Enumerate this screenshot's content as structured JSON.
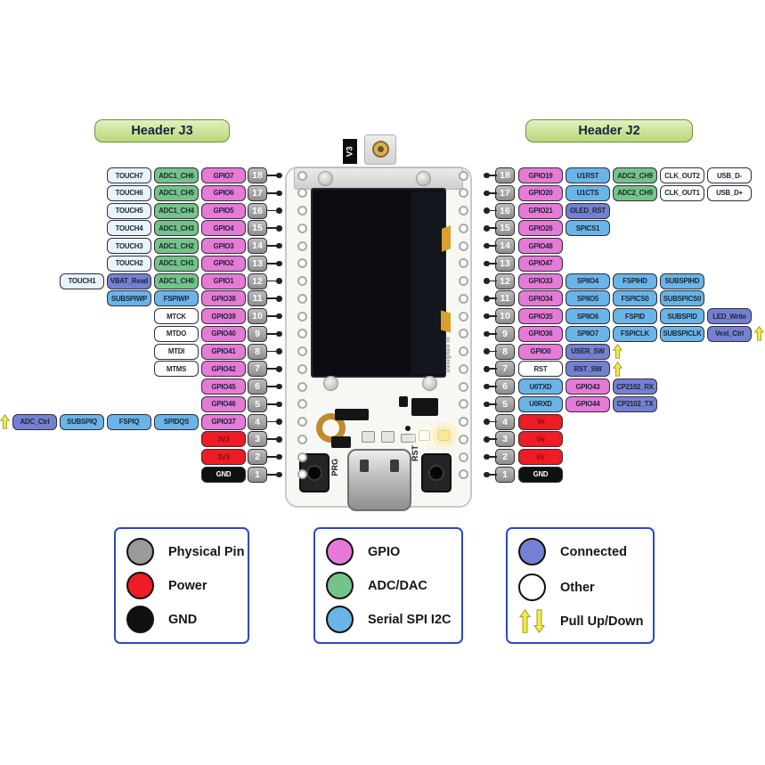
{
  "headers": {
    "j3": "Header J3",
    "j2": "Header J2"
  },
  "board": {
    "version": "V3",
    "prg": "PRG",
    "rst": "RST",
    "silk": "Designed in"
  },
  "colors": {
    "gpio": "#e57ad7",
    "adc": "#74c489",
    "serial": "#6ab4e7",
    "connected": "#7680d2",
    "touch": "#e9f3fb",
    "other": "#ffffff",
    "power": "#ee1c24",
    "gnd": "#101010",
    "physical": "#9a9a9a",
    "arrow": "#f3ec3c",
    "legend_border": "#2b49c8"
  },
  "left_rows": [
    {
      "pin": 18,
      "labels": [
        {
          "t": "TOUCH7",
          "c": "touch"
        },
        {
          "t": "ADC1_CH6",
          "c": "adc"
        },
        {
          "t": "GPIO7",
          "c": "gpio"
        }
      ]
    },
    {
      "pin": 17,
      "labels": [
        {
          "t": "TOUCH6",
          "c": "touch"
        },
        {
          "t": "ADC1_CH5",
          "c": "adc"
        },
        {
          "t": "GPIO6",
          "c": "gpio"
        }
      ]
    },
    {
      "pin": 16,
      "labels": [
        {
          "t": "TOUCH5",
          "c": "touch"
        },
        {
          "t": "ADC1_CH4",
          "c": "adc"
        },
        {
          "t": "GPIO5",
          "c": "gpio"
        }
      ]
    },
    {
      "pin": 15,
      "labels": [
        {
          "t": "TOUCH4",
          "c": "touch"
        },
        {
          "t": "ADC1_CH3",
          "c": "adc"
        },
        {
          "t": "GPIO4",
          "c": "gpio"
        }
      ]
    },
    {
      "pin": 14,
      "labels": [
        {
          "t": "TOUCH3",
          "c": "touch"
        },
        {
          "t": "ADC1_CH2",
          "c": "adc"
        },
        {
          "t": "GPIO3",
          "c": "gpio"
        }
      ]
    },
    {
      "pin": 13,
      "labels": [
        {
          "t": "TOUCH2",
          "c": "touch"
        },
        {
          "t": "ADC1_CH1",
          "c": "adc"
        },
        {
          "t": "GPIO2",
          "c": "gpio"
        }
      ]
    },
    {
      "pin": 12,
      "labels": [
        {
          "t": "TOUCH1",
          "c": "touch"
        },
        {
          "t": "VBAT_Read",
          "c": "connected"
        },
        {
          "t": "ADC1_CH0",
          "c": "adc"
        },
        {
          "t": "GPIO1",
          "c": "gpio"
        }
      ]
    },
    {
      "pin": 11,
      "labels": [
        {
          "t": "SUBSPIWP",
          "c": "serial"
        },
        {
          "t": "FSPIWP",
          "c": "serial"
        },
        {
          "t": "GPIO38",
          "c": "gpio"
        }
      ]
    },
    {
      "pin": 10,
      "labels": [
        {
          "t": "MTCK",
          "c": "other"
        },
        {
          "t": "GPIO39",
          "c": "gpio"
        }
      ]
    },
    {
      "pin": 9,
      "labels": [
        {
          "t": "MTDO",
          "c": "other"
        },
        {
          "t": "GPIO40",
          "c": "gpio"
        }
      ]
    },
    {
      "pin": 8,
      "labels": [
        {
          "t": "MTDI",
          "c": "other"
        },
        {
          "t": "GPIO41",
          "c": "gpio"
        }
      ]
    },
    {
      "pin": 7,
      "labels": [
        {
          "t": "MTMS",
          "c": "other"
        },
        {
          "t": "GPIO42",
          "c": "gpio"
        }
      ]
    },
    {
      "pin": 6,
      "labels": [
        {
          "t": "GPIO45",
          "c": "gpio"
        }
      ]
    },
    {
      "pin": 5,
      "labels": [
        {
          "t": "GPIO46",
          "c": "gpio"
        }
      ]
    },
    {
      "pin": 4,
      "labels": [
        {
          "t": "",
          "c": "arrow"
        },
        {
          "t": "ADC_Ctrl",
          "c": "connected"
        },
        {
          "t": "SUBSPIQ",
          "c": "serial"
        },
        {
          "t": "FSPIQ",
          "c": "serial"
        },
        {
          "t": "SPIDQS",
          "c": "serial"
        },
        {
          "t": "GPIO37",
          "c": "gpio"
        }
      ]
    },
    {
      "pin": 3,
      "labels": [
        {
          "t": "3V3",
          "c": "power"
        }
      ]
    },
    {
      "pin": 2,
      "labels": [
        {
          "t": "3V3",
          "c": "power"
        }
      ]
    },
    {
      "pin": 1,
      "labels": [
        {
          "t": "GND",
          "c": "gnd"
        }
      ]
    }
  ],
  "right_rows": [
    {
      "pin": 18,
      "labels": [
        {
          "t": "GPIO19",
          "c": "gpio"
        },
        {
          "t": "U1RST",
          "c": "serial"
        },
        {
          "t": "ADC2_CH9",
          "c": "adc"
        },
        {
          "t": "CLK_OUT2",
          "c": "other"
        },
        {
          "t": "USB_D-",
          "c": "other"
        }
      ]
    },
    {
      "pin": 17,
      "labels": [
        {
          "t": "GPIO20",
          "c": "gpio"
        },
        {
          "t": "U1CTS",
          "c": "serial"
        },
        {
          "t": "ADC2_CH9",
          "c": "adc"
        },
        {
          "t": "CLK_OUT1",
          "c": "other"
        },
        {
          "t": "USB_D+",
          "c": "other"
        }
      ]
    },
    {
      "pin": 16,
      "labels": [
        {
          "t": "GPIO21",
          "c": "gpio"
        },
        {
          "t": "OLED_RST",
          "c": "connected"
        }
      ]
    },
    {
      "pin": 15,
      "labels": [
        {
          "t": "GPIO26",
          "c": "gpio"
        },
        {
          "t": "SPICS1",
          "c": "serial"
        }
      ]
    },
    {
      "pin": 14,
      "labels": [
        {
          "t": "GPIO48",
          "c": "gpio"
        }
      ]
    },
    {
      "pin": 13,
      "labels": [
        {
          "t": "GPIO47",
          "c": "gpio"
        }
      ]
    },
    {
      "pin": 12,
      "labels": [
        {
          "t": "GPIO33",
          "c": "gpio"
        },
        {
          "t": "SPIIO4",
          "c": "serial"
        },
        {
          "t": "FSPIHD",
          "c": "serial"
        },
        {
          "t": "SUBSPIHD",
          "c": "serial"
        }
      ]
    },
    {
      "pin": 11,
      "labels": [
        {
          "t": "GPIO34",
          "c": "gpio"
        },
        {
          "t": "SPIIO5",
          "c": "serial"
        },
        {
          "t": "FSPICS0",
          "c": "serial"
        },
        {
          "t": "SUBSPICS0",
          "c": "serial"
        }
      ]
    },
    {
      "pin": 10,
      "labels": [
        {
          "t": "GPIO35",
          "c": "gpio"
        },
        {
          "t": "SPIIO6",
          "c": "serial"
        },
        {
          "t": "FSPID",
          "c": "serial"
        },
        {
          "t": "SUBSPID",
          "c": "serial"
        },
        {
          "t": "LED_Write",
          "c": "connected"
        }
      ]
    },
    {
      "pin": 9,
      "labels": [
        {
          "t": "GPIO36",
          "c": "gpio"
        },
        {
          "t": "SPIIO7",
          "c": "serial"
        },
        {
          "t": "FSPICLK",
          "c": "serial"
        },
        {
          "t": "SUBSPICLK",
          "c": "serial"
        },
        {
          "t": "Vext_Ctrl",
          "c": "connected"
        },
        {
          "t": "",
          "c": "arrow"
        }
      ]
    },
    {
      "pin": 8,
      "labels": [
        {
          "t": "GPIO0",
          "c": "gpio"
        },
        {
          "t": "USER_SW",
          "c": "connected"
        },
        {
          "t": "",
          "c": "arrow"
        }
      ]
    },
    {
      "pin": 7,
      "labels": [
        {
          "t": "RST",
          "c": "other"
        },
        {
          "t": "RST_SW",
          "c": "connected"
        },
        {
          "t": "",
          "c": "arrow"
        }
      ]
    },
    {
      "pin": 6,
      "labels": [
        {
          "t": "U0TXD",
          "c": "serial"
        },
        {
          "t": "GPIO43",
          "c": "gpio"
        },
        {
          "t": "CP2102_RX",
          "c": "connected"
        }
      ]
    },
    {
      "pin": 5,
      "labels": [
        {
          "t": "U0RXD",
          "c": "serial"
        },
        {
          "t": "GPIO44",
          "c": "gpio"
        },
        {
          "t": "CP2102_TX",
          "c": "connected"
        }
      ]
    },
    {
      "pin": 4,
      "labels": [
        {
          "t": "Ve",
          "c": "power"
        }
      ]
    },
    {
      "pin": 3,
      "labels": [
        {
          "t": "Ve",
          "c": "power"
        }
      ]
    },
    {
      "pin": 2,
      "labels": [
        {
          "t": "5V",
          "c": "power"
        }
      ]
    },
    {
      "pin": 1,
      "labels": [
        {
          "t": "GND",
          "c": "gnd"
        }
      ]
    }
  ],
  "legend": {
    "boxes": [
      {
        "items": [
          {
            "swatch": "physical",
            "label": "Physical Pin"
          },
          {
            "swatch": "power",
            "label": "Power"
          },
          {
            "swatch": "gnd",
            "label": "GND"
          }
        ]
      },
      {
        "items": [
          {
            "swatch": "gpio",
            "label": "GPIO"
          },
          {
            "swatch": "adc",
            "label": "ADC/DAC"
          },
          {
            "swatch": "serial",
            "label": "Serial SPI I2C"
          }
        ]
      },
      {
        "items": [
          {
            "swatch": "connected",
            "label": "Connected"
          },
          {
            "swatch": "other",
            "label": "Other"
          },
          {
            "swatch": "pull",
            "label": "Pull Up/Down"
          }
        ]
      }
    ]
  }
}
